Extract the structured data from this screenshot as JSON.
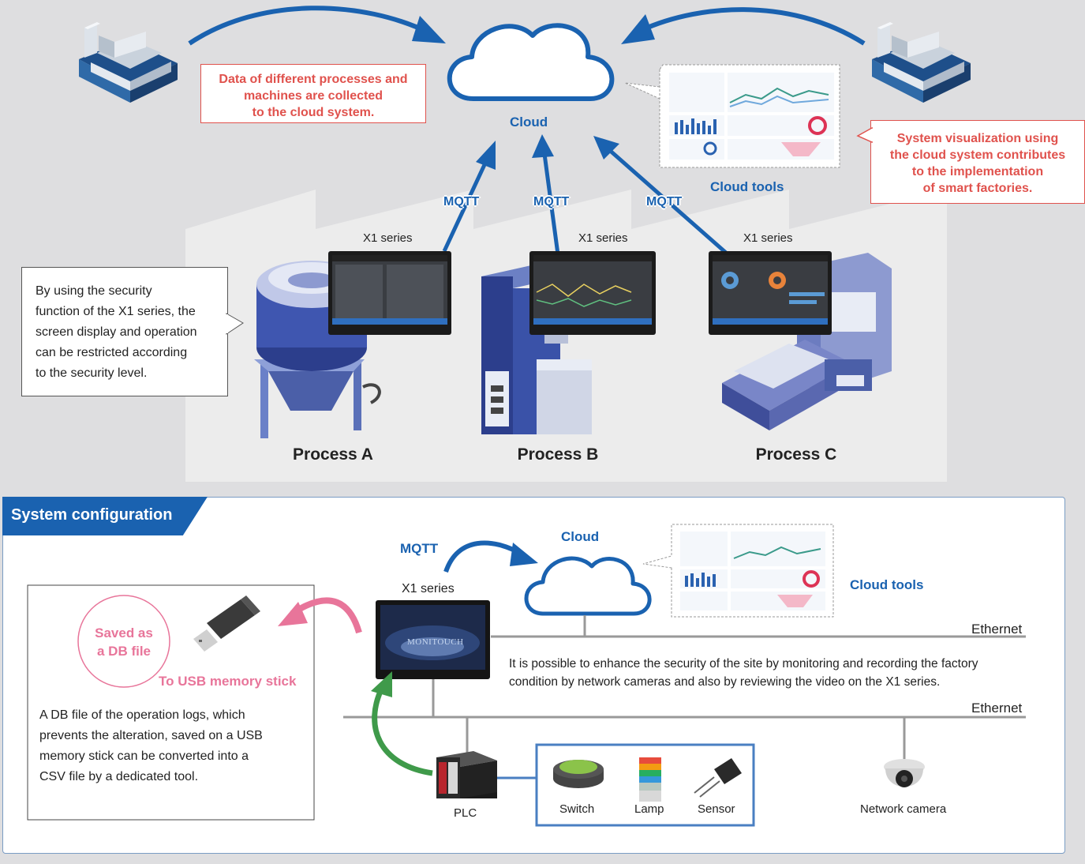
{
  "top": {
    "cloud_label": "Cloud",
    "cloud_tools_label": "Cloud tools",
    "callout_collect": [
      "Data of different processes and",
      "machines are collected",
      "to the cloud system."
    ],
    "callout_visual": [
      "System visualization using",
      "the cloud system contributes",
      "to the implementation",
      "of smart factories."
    ],
    "security_note": [
      "By using the security",
      "function of the X1 series, the",
      "screen display and operation",
      "can be restricted according",
      "to the security level."
    ],
    "mqtt_labels": [
      "MQTT",
      "MQTT",
      "MQTT"
    ],
    "series_labels": [
      "X1 series",
      "X1 series",
      "X1 series"
    ],
    "processes": [
      "Process A",
      "Process B",
      "Process C"
    ]
  },
  "config": {
    "title": "System configuration",
    "mqtt": "MQTT",
    "cloud": "Cloud",
    "cloud_tools": "Cloud tools",
    "x1_series": "X1 series",
    "screen_logo": "MONITOUCH",
    "ethernet_1": "Ethernet",
    "ethernet_2": "Ethernet",
    "camera_note": [
      "It is possible to enhance the security of the site by monitoring and recording the factory",
      "condition by network cameras and also by reviewing the video on the X1 series."
    ],
    "saved_bubble": [
      "Saved as",
      "a DB file"
    ],
    "usb_label": "To USB memory stick",
    "db_note": [
      "A DB file of the operation logs, which",
      "prevents the alteration, saved on a USB",
      "memory stick can be converted into a",
      "CSV file by a dedicated tool."
    ],
    "plc": "PLC",
    "switch": "Switch",
    "lamp": "Lamp",
    "sensor": "Sensor",
    "network_camera": "Network camera"
  },
  "colors": {
    "brand_blue": "#1a62b0",
    "alert_red": "#e0524d",
    "usb_pink": "#e8759a",
    "plc_green": "#3f9a4a"
  },
  "icons": [
    "factory-icon",
    "cloud-icon",
    "dashboard-icon",
    "hmi-screen-icon",
    "usb-stick-icon",
    "plc-icon",
    "switch-icon",
    "lamp-icon",
    "sensor-icon",
    "network-camera-icon"
  ]
}
